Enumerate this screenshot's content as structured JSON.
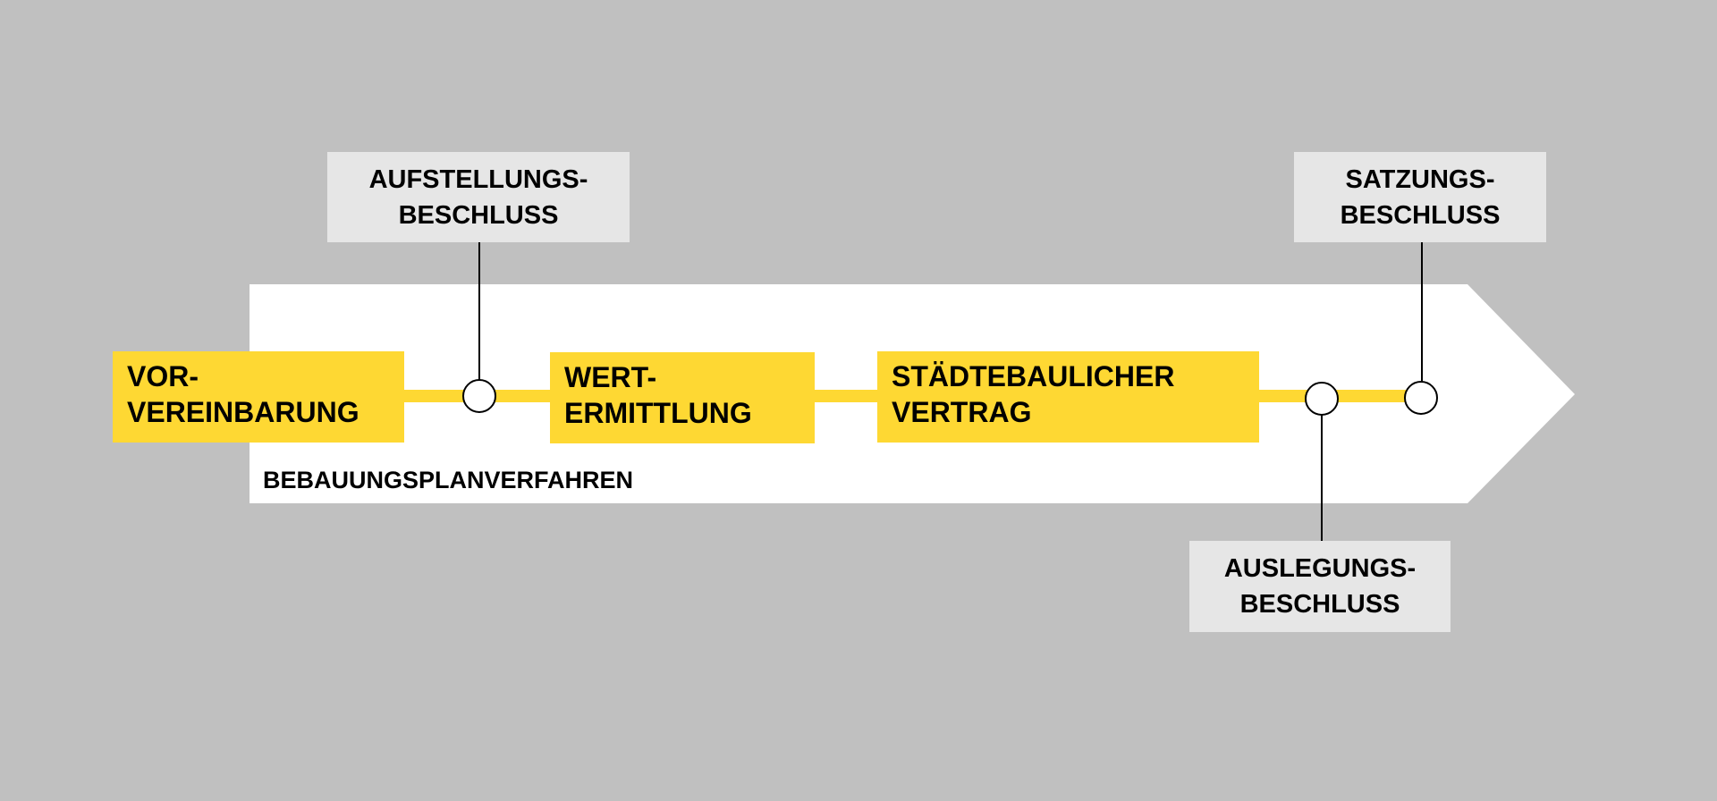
{
  "process_label": "BEBAUUNGSPLANVERFAHREN",
  "phases": [
    {
      "text": "VOR-\nVEREINBARUNG"
    },
    {
      "text": "WERT-\nERMITTLUNG"
    },
    {
      "text": "STÄDTEBAULICHER\nVERTRAG"
    }
  ],
  "milestones": [
    {
      "text": "AUFSTELLUNGS-\nBESCHLUSS"
    },
    {
      "text": "AUSLEGUNGS-\nBESCHLUSS"
    },
    {
      "text": "SATZUNGS-\nBESCHLUSS"
    }
  ],
  "colors": {
    "background": "#c0c0c0",
    "phase": "#fed833",
    "milestone_box": "#e6e6e6",
    "arrow": "#ffffff"
  }
}
